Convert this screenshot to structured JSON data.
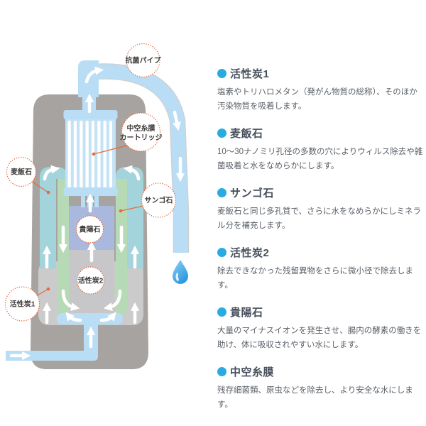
{
  "diagram": {
    "callouts": {
      "antibacterial_pipe": "抗菌パイプ",
      "hollow_fiber_line1": "中空糸膜",
      "hollow_fiber_line2": "カートリッジ",
      "maifan_stone": "麦飯石",
      "coral_stone": "サンゴ石",
      "kiyo_stone": "貴陽石",
      "activated_carbon2": "活性炭2",
      "activated_carbon1": "活性炭1"
    },
    "colors": {
      "body_gray": "#a7a3a0",
      "inner_gray": "#cbcbcb",
      "block_gray": "#c7c7c9",
      "teal": "#a4d4db",
      "green": "#b7dab6",
      "blue_stone": "#a9b8dc",
      "water_blue": "#b9ddf4",
      "stripe_bg": "#c3e2f6",
      "droplet_blue": "#3da4ea",
      "callout_orange": "#e8693c",
      "bullet_blue": "#29abe2"
    }
  },
  "panel": {
    "sections": [
      {
        "title": "活性炭1",
        "desc": "塩素やトリハロメタン（発がん物質の総称）、そのほか汚染物質を吸着します。"
      },
      {
        "title": "麦飯石",
        "desc": "10～30ナノミリ孔径の多数の穴によりウィルス除去や雑菌吸着と水をなめらかにします。"
      },
      {
        "title": "サンゴ石",
        "desc": "麦飯石と同じ多孔質で、さらに水をなめらかにしミネラル分を補充します。"
      },
      {
        "title": "活性炭2",
        "desc": "除去できなかった残留異物をさらに微小径で除去します。"
      },
      {
        "title": "貴陽石",
        "desc": "大量のマイナスイオンを発生させ、腸内の酵素の働きを助け、体に吸収されやすい水にします。"
      },
      {
        "title": "中空糸膜",
        "desc": "残存細菌類、原虫などを除去し、より安全な水にします。"
      }
    ]
  }
}
